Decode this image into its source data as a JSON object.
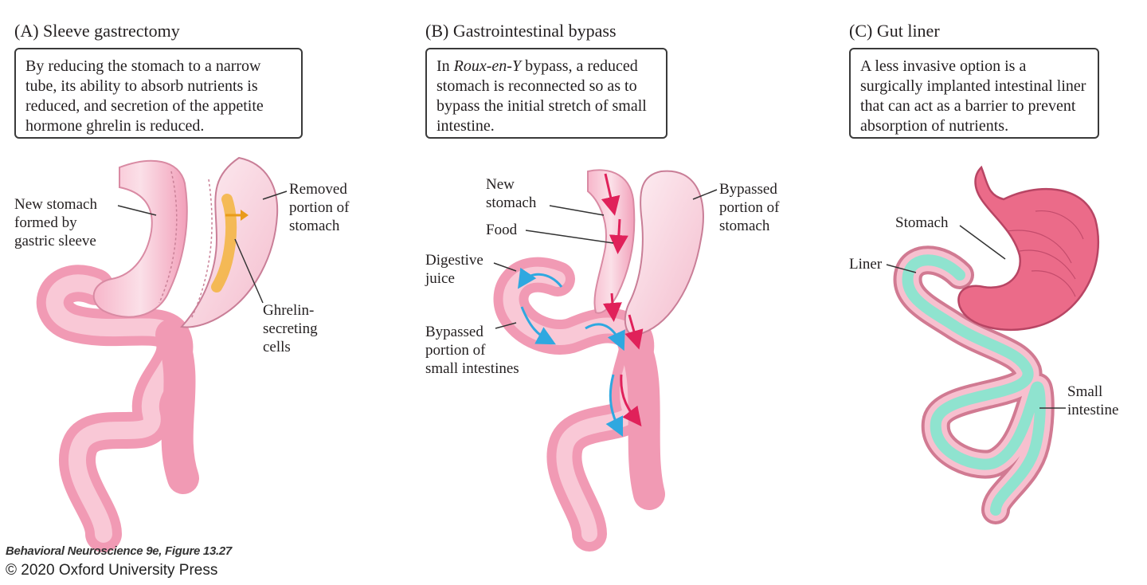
{
  "panels": [
    {
      "title": "(A)  Sleeve gastrectomy",
      "description": "By reducing the stomach to a narrow tube, its ability to absorb nutrients is reduced, and secretion of the appetite hormone ghrelin is reduced.",
      "labels": {
        "new_stomach": "New stomach\nformed by\ngastric sleeve",
        "removed_portion": "Removed\nportion of\nstomach",
        "ghrelin_cells": "Ghrelin-\nsecreting\ncells"
      }
    },
    {
      "title": "(B)  Gastrointestinal bypass",
      "description_italic": "Roux-en-Y",
      "description_rest": " bypass, a reduced stomach is reconnected so as to bypass the initial stretch of small intestine.",
      "description_prefix": "In ",
      "labels": {
        "new_stomach": "New\nstomach",
        "food": "Food",
        "digestive_juice": "Digestive\njuice",
        "bypassed_intestines": "Bypassed\nportion of\nsmall intestines",
        "bypassed_stomach": "Bypassed\nportion of\nstomach"
      }
    },
    {
      "title": "(C)  Gut liner",
      "description": "A less invasive option is a surgically implanted intestinal liner that can act as a barrier to prevent absorption of nutrients.",
      "labels": {
        "stomach": "Stomach",
        "liner": "Liner",
        "small_intestine": "Small\nintestine"
      }
    }
  ],
  "footer": {
    "figure_ref": "Behavioral Neuroscience 9e, Figure 13.27",
    "copyright": "© 2020 Oxford University Press"
  },
  "colors": {
    "tissue_light": "#f9d3df",
    "tissue_mid": "#f2a3bb",
    "stomach_dark": "#e8607f",
    "liner": "#8fe3cf",
    "ghrelin": "#f3b43d",
    "food_arrow": "#e0215a",
    "juice_arrow": "#2fa8e0"
  }
}
